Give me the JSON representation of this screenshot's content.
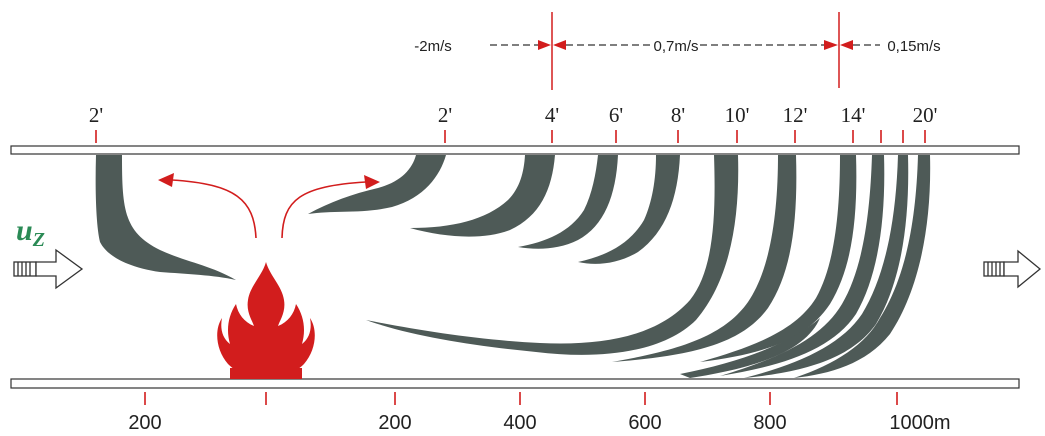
{
  "flow_label": {
    "base": "u",
    "subscript": "Z"
  },
  "velocity_labels": [
    {
      "text": "-2m/s"
    },
    {
      "text": "0,7m/s"
    },
    {
      "text": "0,15m/s"
    }
  ],
  "time_labels": [
    {
      "text": "2'"
    },
    {
      "text": "2'"
    },
    {
      "text": "4'"
    },
    {
      "text": "6'"
    },
    {
      "text": "8'"
    },
    {
      "text": "10'"
    },
    {
      "text": "12'"
    },
    {
      "text": "14'"
    },
    {
      "text": "20'"
    }
  ],
  "distance_labels": [
    {
      "text": "200"
    },
    {
      "text": "200"
    },
    {
      "text": "400"
    },
    {
      "text": "600"
    },
    {
      "text": "800"
    },
    {
      "text": "1000m"
    }
  ],
  "colors": {
    "smoke": "#4e5a57",
    "fire": "#d21d1d",
    "markers": "#d21d1d",
    "flow_label": "#2a8a55"
  }
}
